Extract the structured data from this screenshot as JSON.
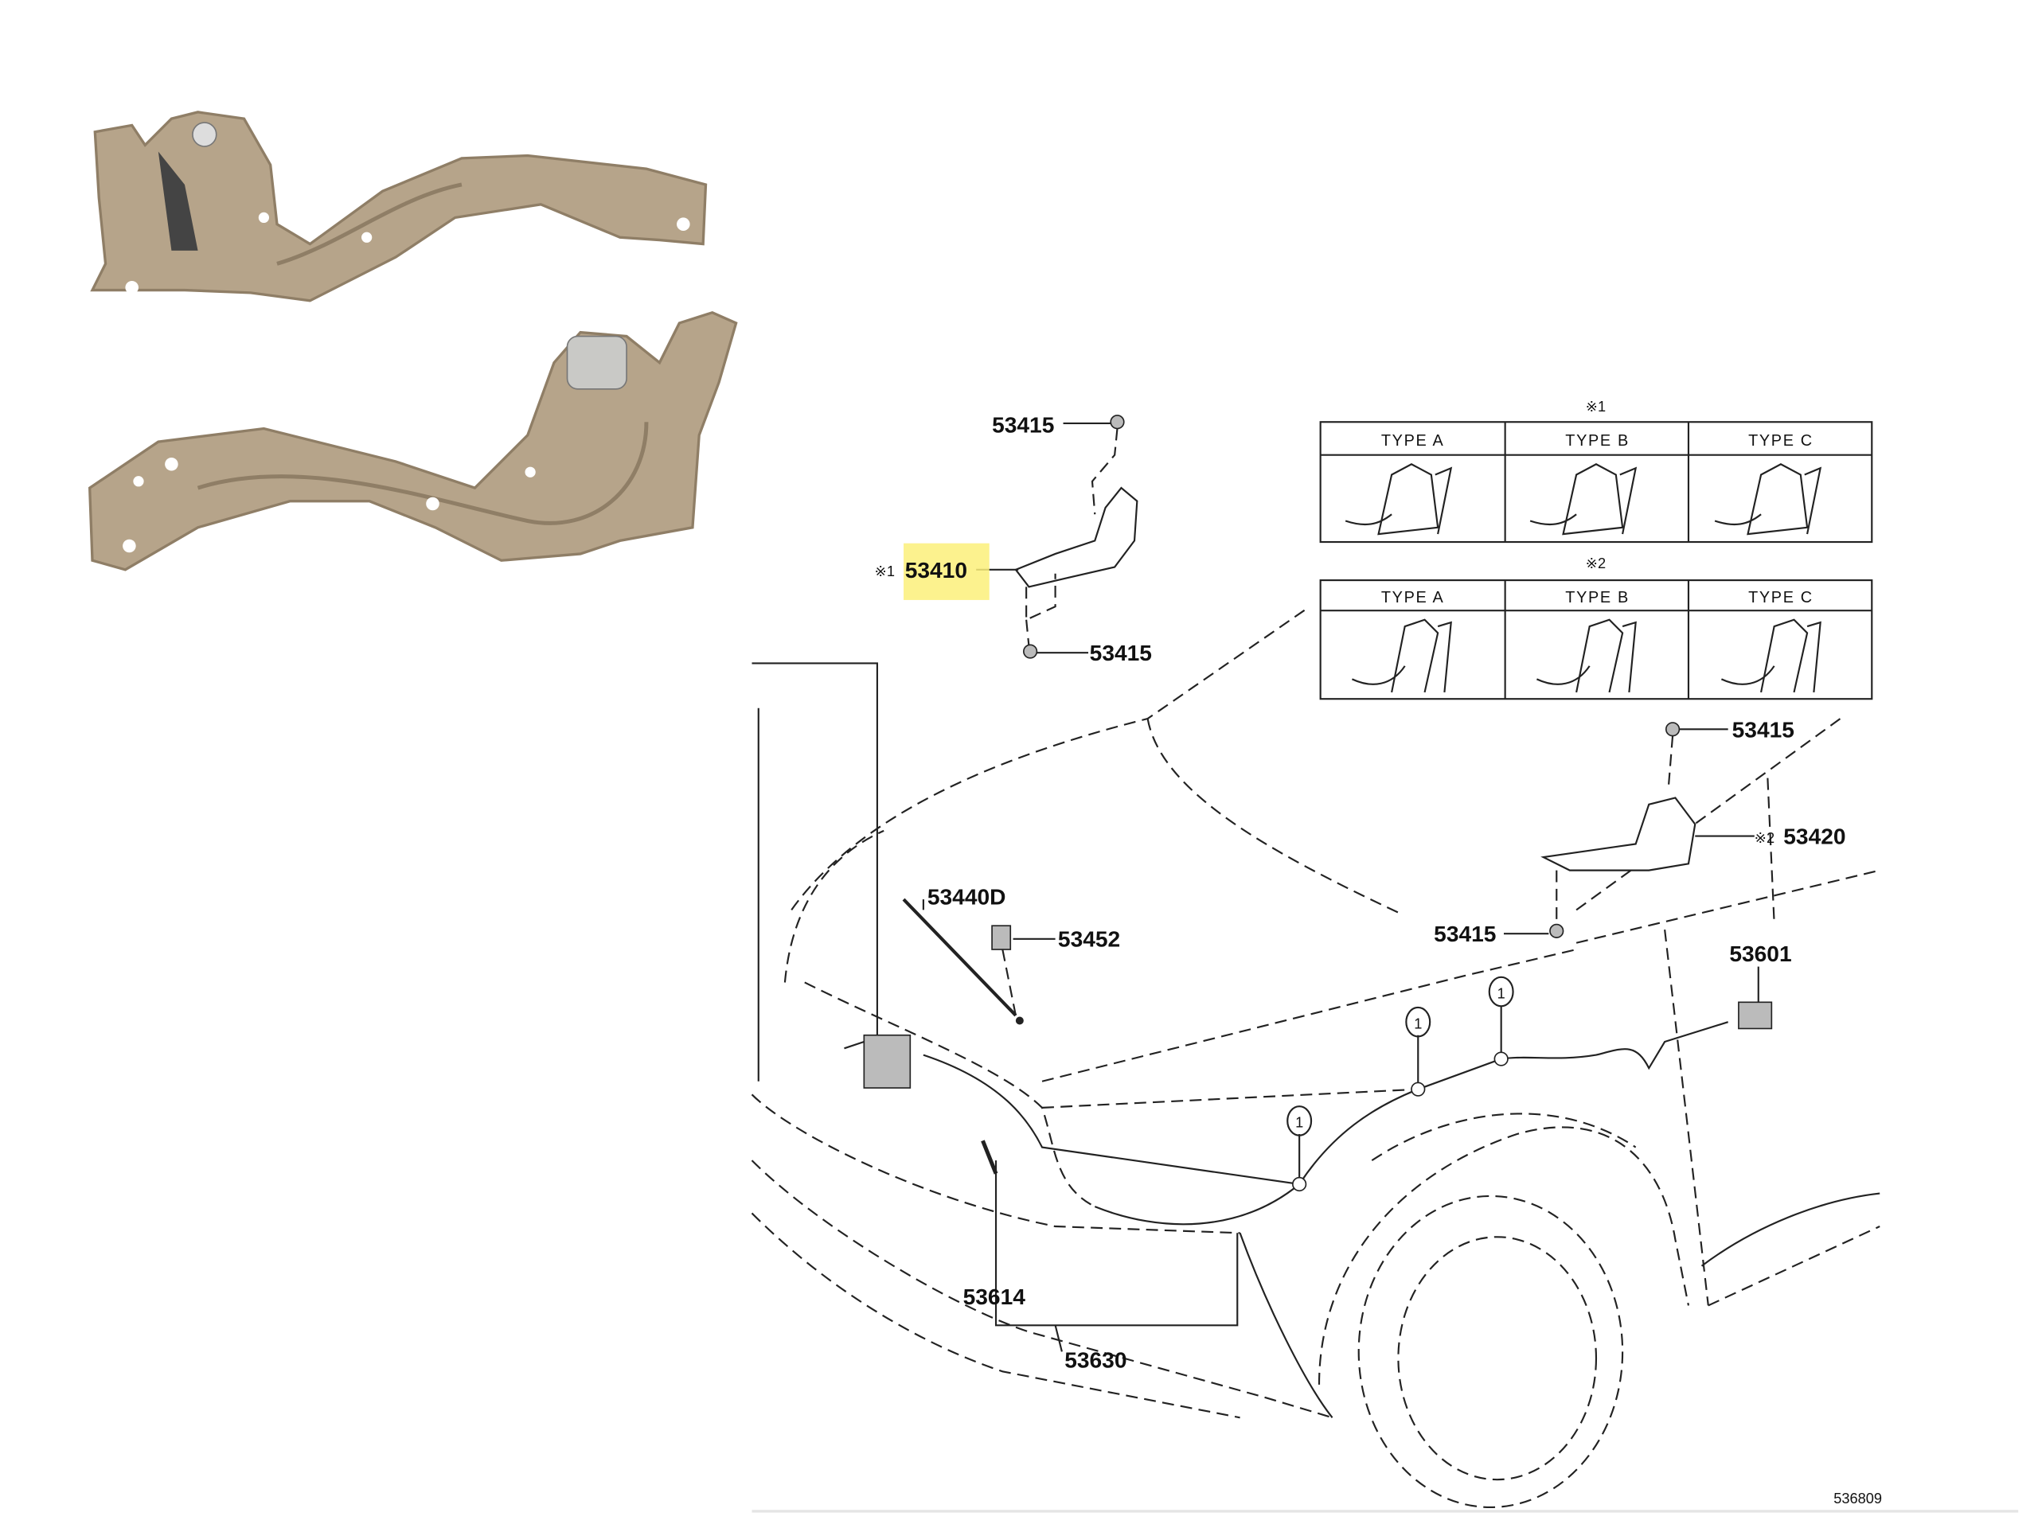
{
  "photos": {
    "colors": {
      "metal": "#b6a48a",
      "metal_dark": "#8f7e66",
      "hole": "#ffffff"
    }
  },
  "diagram": {
    "highlight_color": "#fbf07a",
    "labels": {
      "bolt_top": "53415",
      "hinge_left_mark": "※1",
      "hinge_left": "53410",
      "bolt_lower_left": "53415",
      "bolt_right_top": "53415",
      "hinge_right_mark": "※2",
      "hinge_right": "53420",
      "bolt_right_mid": "53415",
      "support_rod": "53440D",
      "rod_holder": "53452",
      "lock_release": "53601",
      "lock_assembly": "53614",
      "release_cable": "53630",
      "figure_id": "536809"
    },
    "callout": "1",
    "tables": [
      {
        "mark": "※1",
        "headers": [
          "TYPE A",
          "TYPE B",
          "TYPE C"
        ]
      },
      {
        "mark": "※2",
        "headers": [
          "TYPE A",
          "TYPE B",
          "TYPE C"
        ]
      }
    ]
  }
}
